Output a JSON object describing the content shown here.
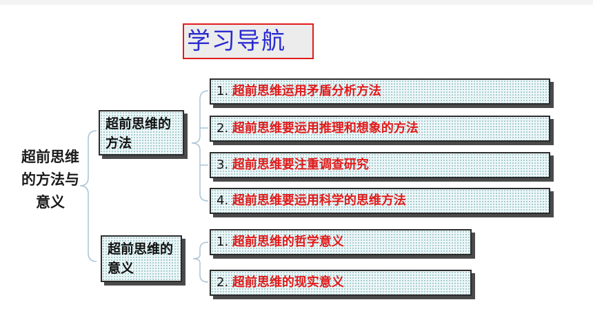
{
  "title": "学习导航",
  "root": "超前思维的方法与意义",
  "branches": [
    {
      "label": "超前思维的方法",
      "items": [
        {
          "num": "1.",
          "text": "超前思维运用矛盾分析方法"
        },
        {
          "num": "2.",
          "text": "超前思维要运用推理和想象的方法"
        },
        {
          "num": "3.",
          "text": "超前思维要注重调查研究"
        },
        {
          "num": "4.",
          "text": "超前思维要运用科学的思维方法"
        }
      ]
    },
    {
      "label": "超前思维的意义",
      "items": [
        {
          "num": "1.",
          "text": "超前思维的哲学意义"
        },
        {
          "num": "2.",
          "text": "超前思维的现实意义"
        }
      ]
    }
  ],
  "colors": {
    "title_text": "#2a2ad0",
    "title_border": "#e21a1a",
    "leaf_text": "#e21a1a",
    "connector": "#a9c3d6"
  }
}
